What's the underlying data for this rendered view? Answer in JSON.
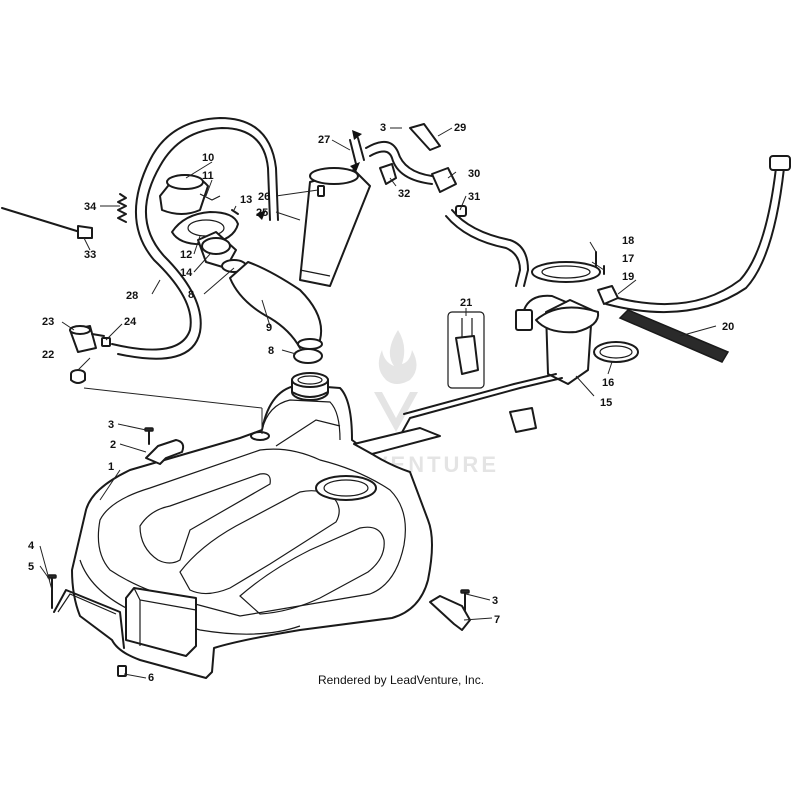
{
  "credit": "Rendered by LeadVenture, Inc.",
  "watermark": "LEADVENTURE",
  "callouts": [
    {
      "id": "c1",
      "label": "1"
    },
    {
      "id": "c2",
      "label": "2"
    },
    {
      "id": "c3a",
      "label": "3"
    },
    {
      "id": "c3b",
      "label": "3"
    },
    {
      "id": "c3c",
      "label": "3"
    },
    {
      "id": "c4",
      "label": "4"
    },
    {
      "id": "c5",
      "label": "5"
    },
    {
      "id": "c6",
      "label": "6"
    },
    {
      "id": "c7",
      "label": "7"
    },
    {
      "id": "c8a",
      "label": "8"
    },
    {
      "id": "c8b",
      "label": "8"
    },
    {
      "id": "c9",
      "label": "9"
    },
    {
      "id": "c10",
      "label": "10"
    },
    {
      "id": "c11",
      "label": "11"
    },
    {
      "id": "c12",
      "label": "12"
    },
    {
      "id": "c13",
      "label": "13"
    },
    {
      "id": "c14",
      "label": "14"
    },
    {
      "id": "c15",
      "label": "15"
    },
    {
      "id": "c16",
      "label": "16"
    },
    {
      "id": "c17",
      "label": "17"
    },
    {
      "id": "c18",
      "label": "18"
    },
    {
      "id": "c19",
      "label": "19"
    },
    {
      "id": "c20",
      "label": "20"
    },
    {
      "id": "c21",
      "label": "21"
    },
    {
      "id": "c22",
      "label": "22"
    },
    {
      "id": "c23",
      "label": "23"
    },
    {
      "id": "c24",
      "label": "24"
    },
    {
      "id": "c25",
      "label": "25"
    },
    {
      "id": "c26",
      "label": "26"
    },
    {
      "id": "c27",
      "label": "27"
    },
    {
      "id": "c28",
      "label": "28"
    },
    {
      "id": "c29",
      "label": "29"
    },
    {
      "id": "c30",
      "label": "30"
    },
    {
      "id": "c31",
      "label": "31"
    },
    {
      "id": "c32",
      "label": "32"
    },
    {
      "id": "c33",
      "label": "33"
    },
    {
      "id": "c34",
      "label": "34"
    }
  ]
}
